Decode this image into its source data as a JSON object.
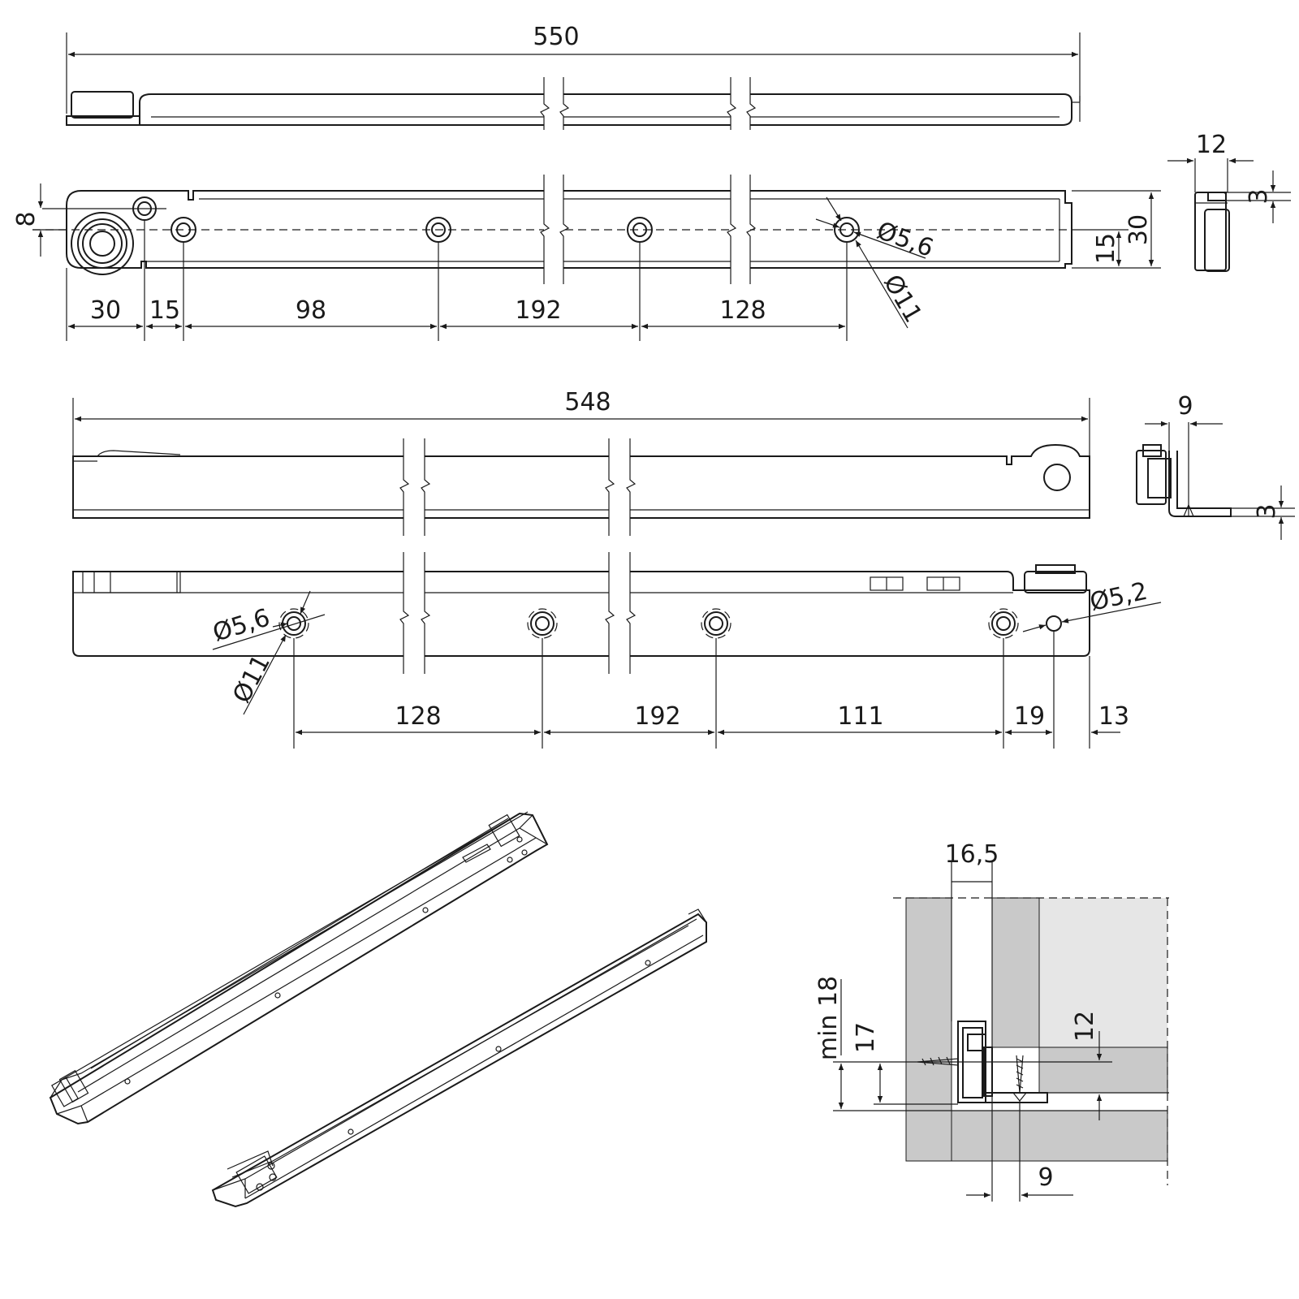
{
  "drawing": {
    "drawer_runner_top_view": {
      "overall_length": "550",
      "hole_pitch": [
        "30",
        "15",
        "98",
        "192",
        "128"
      ],
      "offset": "8",
      "hole_diameter": "Ø5,6",
      "countersink_diameter": "Ø11"
    },
    "drawer_runner_end_view": {
      "width": "12",
      "flange": "3",
      "height": "30",
      "hole_height": "15"
    },
    "cabinet_runner_side_view": {
      "overall_length": "548"
    },
    "cabinet_runner_end_view": {
      "width": "9",
      "flange": "3"
    },
    "cabinet_runner_face_view": {
      "hole_pitch": [
        "128",
        "192",
        "111",
        "19",
        "13"
      ],
      "hole_diameter": "Ø5,6",
      "countersink_diameter": "Ø11",
      "small_hole_diameter": "Ø5,2"
    },
    "installation_section": {
      "offset": "16,5",
      "min_thickness": "min 18",
      "height": "17",
      "gap": "12",
      "setback": "9"
    }
  }
}
